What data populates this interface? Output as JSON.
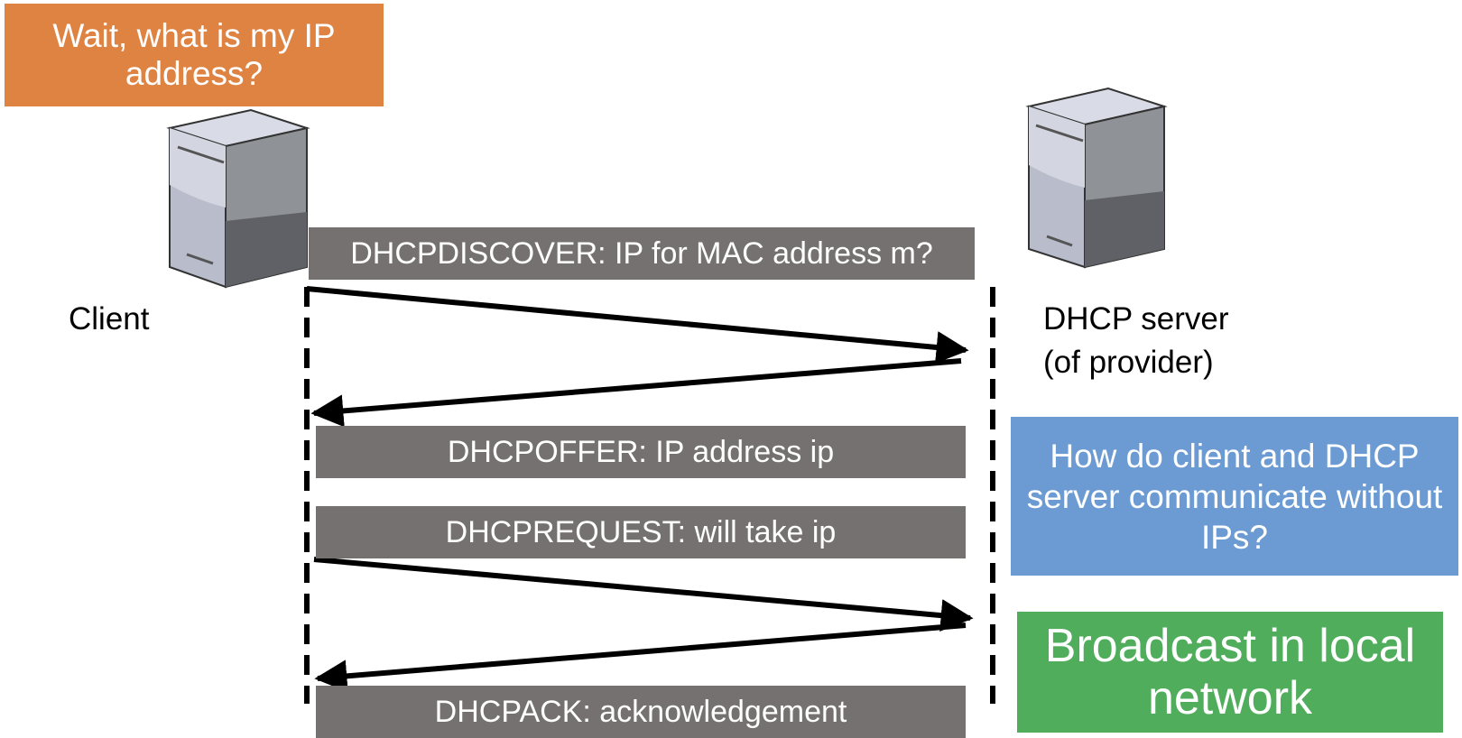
{
  "question": "Wait, what is my IP address?",
  "client": {
    "label": "Client"
  },
  "server": {
    "line1": "DHCP server",
    "line2": "(of provider)"
  },
  "messages": {
    "discover": "DHCPDISCOVER: IP for MAC address m?",
    "offer": "DHCPOFFER: IP address ip",
    "request": "DHCPREQUEST: will take ip",
    "ack": "DHCPACK: acknowledgement"
  },
  "callouts": {
    "how": "How do client and DHCP server communicate without IPs?",
    "answer": "Broadcast in local network"
  },
  "colors": {
    "title_box": "#df8343",
    "message_box": "#767171",
    "question_box": "#6b9bd2",
    "answer_box": "#4fad5b"
  }
}
